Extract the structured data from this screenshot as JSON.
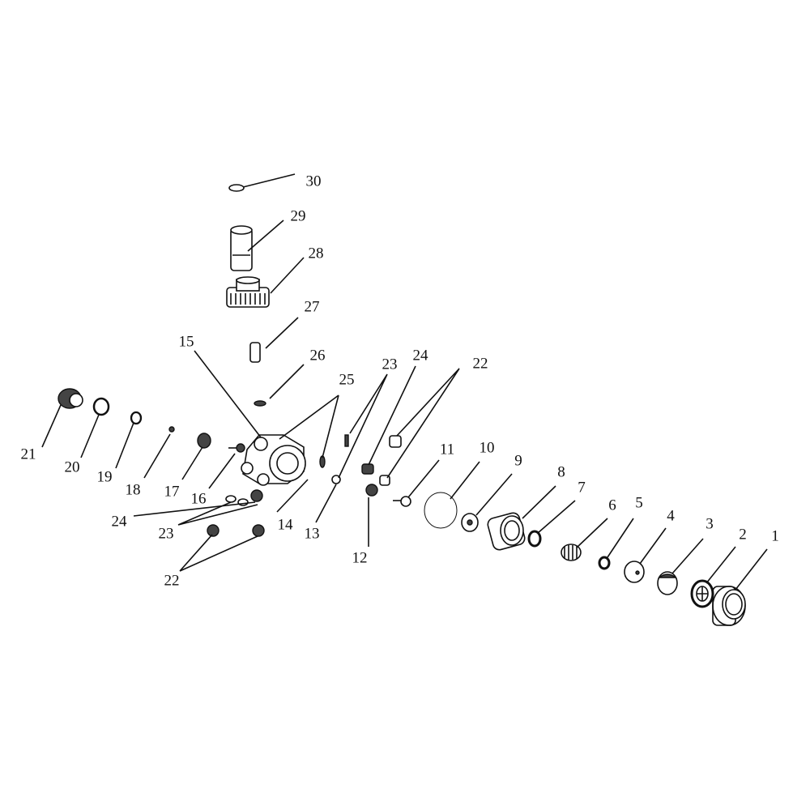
{
  "diagram": {
    "type": "exploded-parts-view",
    "callouts": {
      "p1": "1",
      "p2": "2",
      "p3": "3",
      "p4": "4",
      "p5": "5",
      "p6": "6",
      "p7": "7",
      "p8": "8",
      "p9": "9",
      "p10": "10",
      "p11": "11",
      "p12": "12",
      "p13": "13",
      "p14": "14",
      "p15": "15",
      "p16": "16",
      "p17": "17",
      "p18": "18",
      "p19": "19",
      "p20": "20",
      "p21": "21",
      "p22a": "22",
      "p22b": "22",
      "p23a": "23",
      "p23b": "23",
      "p24a": "24",
      "p24b": "24",
      "p25": "25",
      "p26": "26",
      "p27": "27",
      "p28": "28",
      "p29": "29",
      "p30": "30"
    },
    "colors": {
      "line": "#111111",
      "background": "#ffffff"
    }
  }
}
